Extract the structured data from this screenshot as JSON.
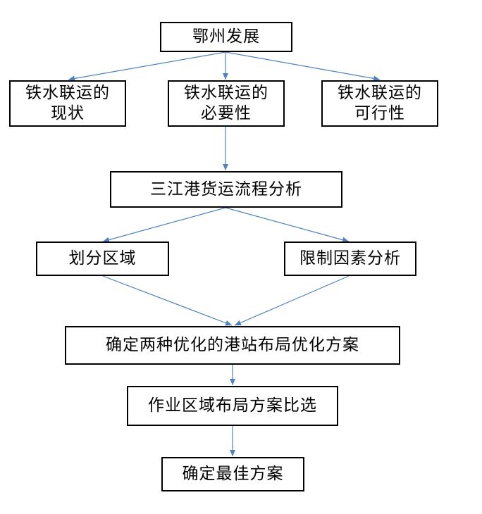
{
  "diagram": {
    "nodes": {
      "root": "鄂州发展",
      "status": "铁水联运的\n现状",
      "necessity": "铁水联运的\n必要性",
      "feasibility": "铁水联运的\n可行性",
      "analysis": "三江港货运流程分析",
      "divide": "划分区域",
      "constraints": "限制因素分析",
      "optimize": "确定两种优化的港站布局优化方案",
      "compare": "作业区域布局方案比选",
      "final": "确定最佳方案"
    },
    "edges": [
      [
        "root",
        "status"
      ],
      [
        "root",
        "necessity"
      ],
      [
        "root",
        "feasibility"
      ],
      [
        "necessity",
        "analysis"
      ],
      [
        "analysis",
        "divide"
      ],
      [
        "analysis",
        "constraints"
      ],
      [
        "divide",
        "optimize"
      ],
      [
        "constraints",
        "optimize"
      ],
      [
        "optimize",
        "compare"
      ],
      [
        "compare",
        "final"
      ]
    ],
    "colors": {
      "connector": "#4f81bd",
      "border": "#000000",
      "text": "#000000"
    }
  }
}
